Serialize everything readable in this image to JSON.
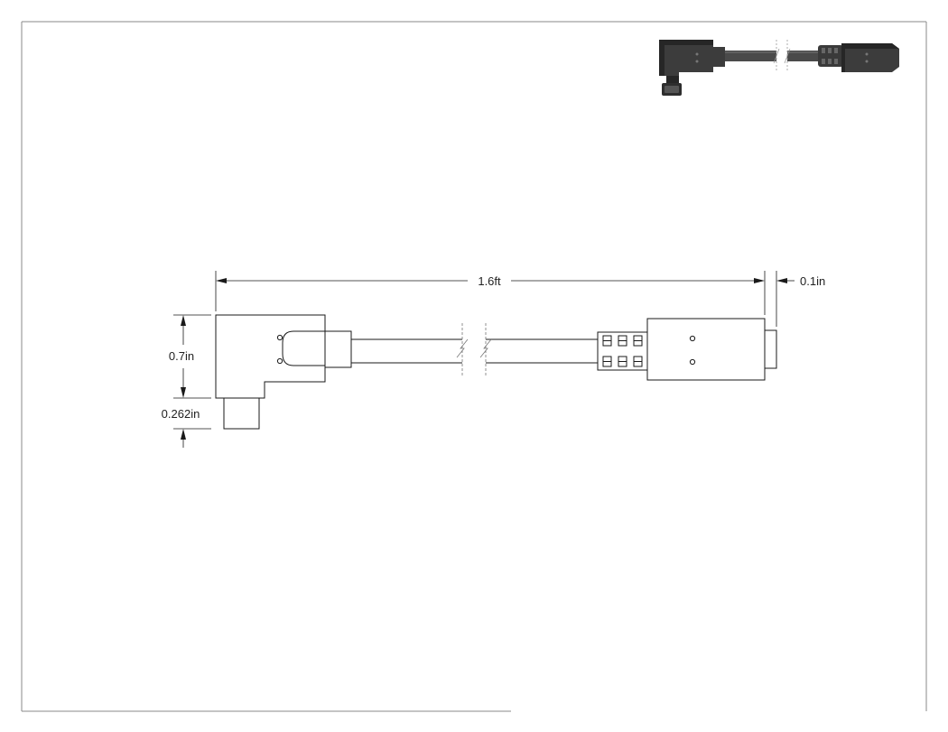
{
  "colors": {
    "line": "#1a1a1a",
    "frame": "#8a8a8a",
    "render_body": "#3c3c3c",
    "render_dark": "#262626",
    "render_light": "#6a6a6a"
  },
  "dimensions": {
    "overall_length": "1.6ft",
    "tip_length": "0.1in",
    "body_height": "0.7in",
    "plug_height": "0.262in"
  },
  "icons": {
    "render": "cable-assembly-render-icon",
    "break_marks": "cable-break-icon"
  }
}
